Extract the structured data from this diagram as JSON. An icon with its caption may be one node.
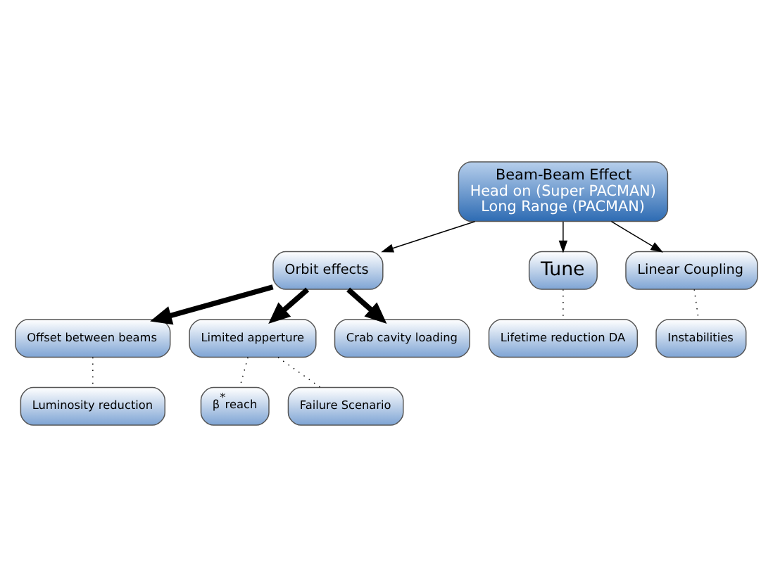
{
  "diagram": {
    "nodes": [
      {
        "text": [
          "Beam-Beam Effect",
          "Head on (Super PACMAN)",
          "Long Range (PACMAN)"
        ]
      },
      {
        "text": [
          "Orbit effects"
        ]
      },
      {
        "text": [
          "Tune"
        ]
      },
      {
        "text": [
          "Linear Coupling"
        ]
      },
      {
        "text": [
          "Offset between beams"
        ]
      },
      {
        "text": [
          "Limited apperture"
        ]
      },
      {
        "text": [
          "Crab cavity loading"
        ]
      },
      {
        "text": [
          "Lifetime reduction DA"
        ]
      },
      {
        "text": [
          "Instabilities"
        ]
      },
      {
        "text": [
          "Luminosity reduction"
        ]
      },
      {
        "text": [
          "β$^{*}$reach"
        ]
      },
      {
        "text": [
          "Failure Scenario"
        ]
      }
    ],
    "edges": [
      {
        "from": 0,
        "to": 1,
        "arrow": "to"
      },
      {
        "from": 0,
        "to": 2,
        "arrow": "to"
      },
      {
        "from": 0,
        "to": 3,
        "arrow": "to"
      },
      {
        "from": 1,
        "to": 4,
        "arrow": "to",
        "style": "thick"
      },
      {
        "from": 1,
        "to": 5,
        "arrow": "to",
        "style": "thick"
      },
      {
        "from": 1,
        "to": 6,
        "arrow": "to",
        "style": "thick"
      },
      {
        "from": 2,
        "to": 7,
        "arrow": "none",
        "style": "dashed"
      },
      {
        "from": 3,
        "to": 8,
        "arrow": "none",
        "style": "dashed"
      },
      {
        "from": 4,
        "to": 9,
        "arrow": "none",
        "style": "dashed"
      },
      {
        "from": 5,
        "to": 10,
        "arrow": "none",
        "style": "dashed"
      },
      {
        "from": 5,
        "to": 11,
        "arrow": "none",
        "style": "dashed"
      }
    ]
  }
}
